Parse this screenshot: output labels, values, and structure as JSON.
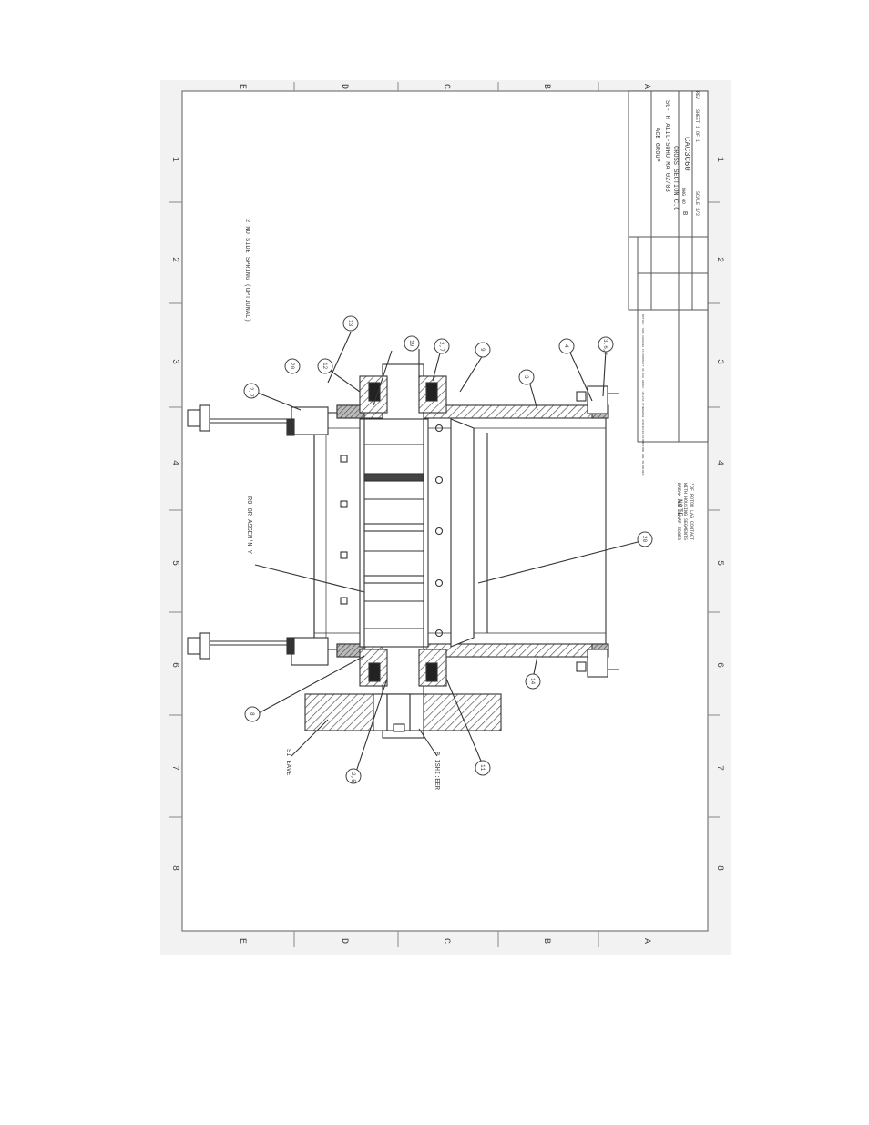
{
  "drawing": {
    "border_numbers": [
      "1",
      "2",
      "3",
      "4",
      "5",
      "6",
      "7",
      "8"
    ],
    "border_letters": [
      "E",
      "D",
      "C",
      "B",
      "A"
    ],
    "labels": {
      "rotor_assembly": "RO'OR ASSEN'N Y",
      "sheave": "SI EAVE",
      "bushing": "B ISHI:EER",
      "top_note": "2 NO SIDE SPRING (OPTIONAL)",
      "note_title": "NOTE",
      "note_body": "*OF ROTOR LAG CONTACT\nWITH HOUSING SEGMENTS\nBREAK ALL SHARP EDGES"
    },
    "balloons": [
      "13",
      "12",
      "19",
      "2,7",
      "9",
      "3",
      "4",
      "3,6,7",
      "20",
      "8",
      "2,5",
      "11",
      "14",
      "20"
    ],
    "title_block": {
      "company": "ACE GROUP",
      "subtitle": "SG- H A1IL-SOHO MA 02/03",
      "description": "CROSS SECTION C.C",
      "dwg_label": "DWG NO",
      "dwg_no": "CAC3C60",
      "size": "B",
      "scale": "SCALE 1/2",
      "sheet": "SHEET 1 OF 1",
      "rev_label": "REV"
    },
    "revision_block": {
      "text": "NOTICE: THIS DRAWING IS PROPERTY OF ACE GROUP. UNLESS OTHERWISE SPECIFIED DIMENSIONS ARE IN INCHES"
    }
  }
}
